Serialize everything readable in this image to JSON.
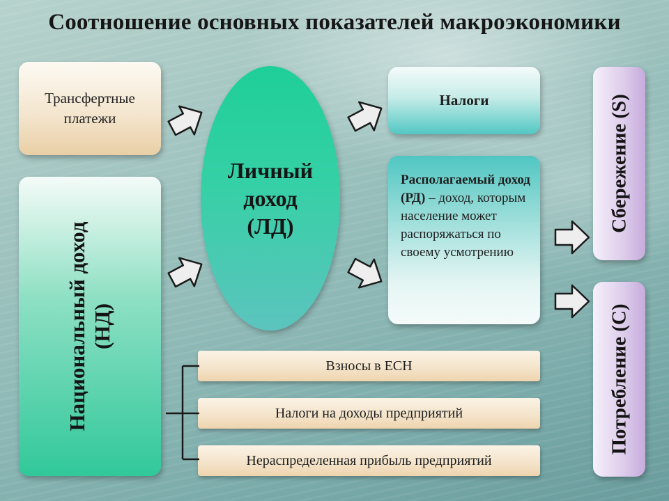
{
  "title": "Соотношение основных показателей макроэкономики",
  "transfer": {
    "line1": "Трансфертные",
    "line2": "платежи"
  },
  "national_income": {
    "line1": "Национальный доход",
    "line2": "(НД)"
  },
  "personal_income": {
    "line1": "Личный",
    "line2": "доход",
    "line3": "(ЛД)"
  },
  "taxes": {
    "label": "Налоги"
  },
  "disposable_income": {
    "bold": "Располагаемый доход (РД)",
    "rest": " – доход, которым население может распоряжаться по своему усмотрению"
  },
  "savings": {
    "label": "Сбережение (S)"
  },
  "consumption": {
    "label": "Потребление (С)"
  },
  "deductions": [
    {
      "label": "Взносы в ЕСН"
    },
    {
      "label": "Налоги на доходы предприятий"
    },
    {
      "label": "Нераспределенная прибыль предприятий"
    }
  ],
  "colors": {
    "ellipse": "#2fcf9f",
    "transfer_box": "#f0dcbc",
    "taxes_box": "#8edbd7",
    "side_boxes": "#d7c4e7",
    "strips": "#f1ddbc",
    "arrow_fill": "#eeeeee",
    "arrow_stroke": "#1a1a1a"
  }
}
